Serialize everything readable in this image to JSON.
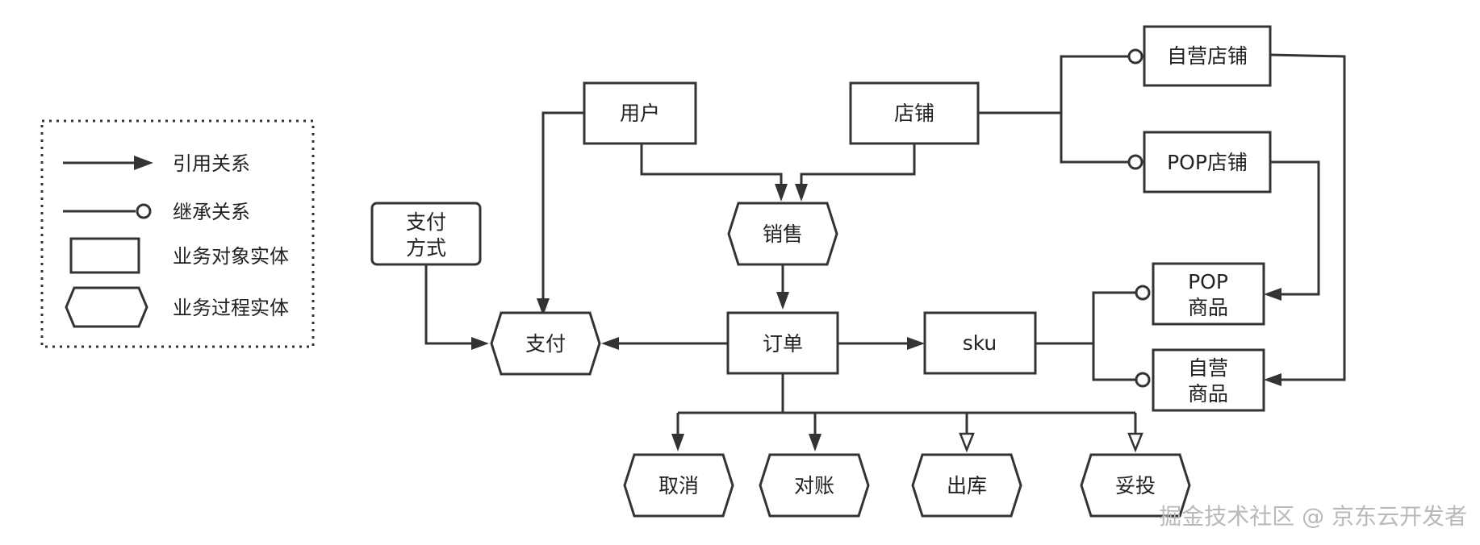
{
  "legend": {
    "reference": "引用关系",
    "inheritance": "继承关系",
    "business_object": "业务对象实体",
    "business_process": "业务过程实体"
  },
  "nodes": {
    "user": "用户",
    "store": "店铺",
    "self_store": "自营店铺",
    "pop_store": "POP店铺",
    "payment_method_line1": "支付",
    "payment_method_line2": "方式",
    "sales": "销售",
    "payment": "支付",
    "order": "订单",
    "sku": "sku",
    "pop_goods_line1": "POP",
    "pop_goods_line2": "商品",
    "self_goods_line1": "自营",
    "self_goods_line2": "商品",
    "cancel": "取消",
    "reconcile": "对账",
    "outbound": "出库",
    "complaint": "妥投"
  },
  "watermark": "掘金技术社区 @ 京东云开发者",
  "colors": {
    "stroke": "#333333",
    "text": "#222222",
    "background": "#ffffff"
  }
}
